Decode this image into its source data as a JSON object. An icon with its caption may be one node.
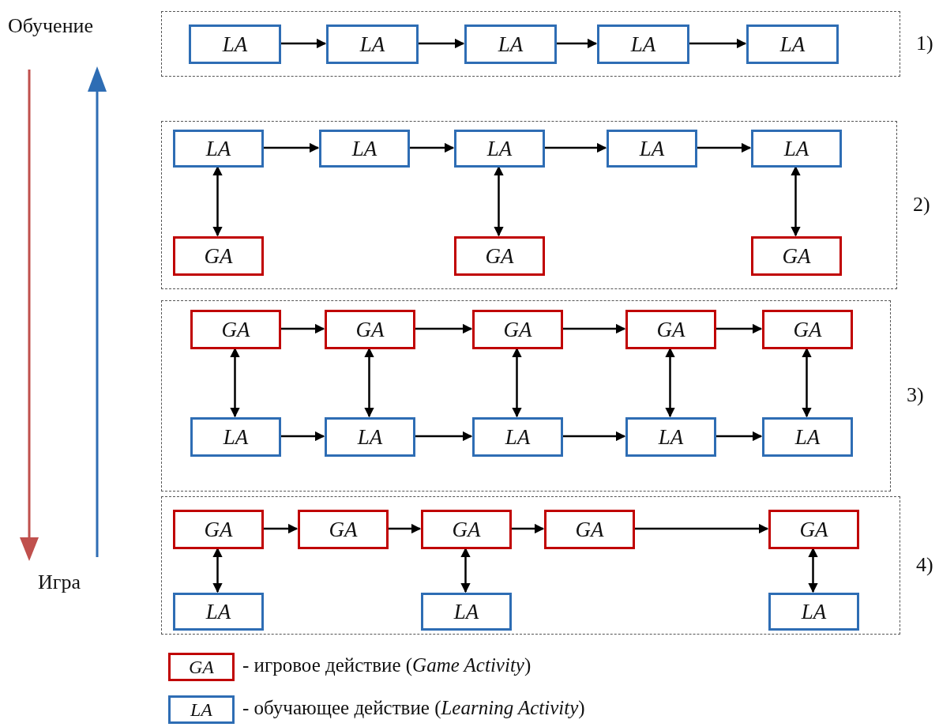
{
  "diagram": {
    "nodes": [
      {
        "text": [],
        "shape": "box",
        "beside": [
          "1)"
        ]
      },
      {
        "text": [
          "LA"
        ],
        "in": 0
      },
      {
        "text": [
          "LA"
        ],
        "in": 0
      },
      {
        "text": [
          "LA"
        ],
        "in": 0
      },
      {
        "text": [
          "LA"
        ],
        "in": 0
      },
      {
        "text": [
          "LA"
        ],
        "in": 0
      },
      {
        "text": [],
        "shape": "box",
        "beside": [
          "2)"
        ]
      },
      {
        "text": [
          "LA"
        ],
        "in": 6
      },
      {
        "text": [
          "LA"
        ],
        "in": 6
      },
      {
        "text": [
          "LA"
        ],
        "in": 6
      },
      {
        "text": [
          "LA"
        ],
        "in": 6
      },
      {
        "text": [
          "LA"
        ],
        "in": 6
      },
      {
        "text": [
          "GA"
        ],
        "in": 6
      },
      {
        "text": [
          "GA"
        ],
        "in": 6
      },
      {
        "text": [
          "GA"
        ],
        "in": 6
      },
      {
        "text": [],
        "shape": "box",
        "beside": [
          "3)"
        ]
      },
      {
        "text": [
          "GA"
        ],
        "in": 15
      },
      {
        "text": [
          "GA"
        ],
        "in": 15
      },
      {
        "text": [
          "GA"
        ],
        "in": 15
      },
      {
        "text": [
          "GA"
        ],
        "in": 15
      },
      {
        "text": [
          "GA"
        ],
        "in": 15
      },
      {
        "text": [
          "LA"
        ],
        "in": 15
      },
      {
        "text": [
          "LA"
        ],
        "in": 15
      },
      {
        "text": [
          "LA"
        ],
        "in": 15
      },
      {
        "text": [
          "LA"
        ],
        "in": 15
      },
      {
        "text": [
          "LA"
        ],
        "in": 15
      },
      {
        "text": [],
        "shape": "box",
        "beside": [
          "4)"
        ]
      },
      {
        "text": [
          "GA"
        ],
        "in": 26
      },
      {
        "text": [
          "GA"
        ],
        "in": 26
      },
      {
        "text": [
          "GA"
        ],
        "in": 26
      },
      {
        "text": [
          "GA"
        ],
        "in": 26
      },
      {
        "text": [
          "GA"
        ],
        "in": 26
      },
      {
        "text": [
          "LA"
        ],
        "in": 26
      },
      {
        "text": [
          "LA"
        ],
        "in": 26
      },
      {
        "text": [
          "LA"
        ],
        "in": 26
      },
      {
        "text": [
          "GA"
        ],
        "beside": [
          "- игровое действие (*Game Activity*)"
        ]
      },
      {
        "text": [
          "LA"
        ],
        "beside": [
          "- обучающее действие (*Learning Activity*)"
        ]
      }
    ],
    "edges": [
      {
        "from": 1,
        "to": 2,
        "arrow": "to"
      },
      {
        "from": 2,
        "to": 3,
        "arrow": "to"
      },
      {
        "from": 3,
        "to": 4,
        "arrow": "to"
      },
      {
        "from": 4,
        "to": 5,
        "arrow": "to"
      },
      {
        "from": 7,
        "to": 8,
        "arrow": "to"
      },
      {
        "from": 8,
        "to": 9,
        "arrow": "to"
      },
      {
        "from": 9,
        "to": 10,
        "arrow": "to"
      },
      {
        "from": 10,
        "to": 11,
        "arrow": "to"
      },
      {
        "from": 7,
        "to": 12,
        "arrow": "both"
      },
      {
        "from": 9,
        "to": 13,
        "arrow": "both"
      },
      {
        "from": 11,
        "to": 14,
        "arrow": "both"
      },
      {
        "from": 16,
        "to": 17,
        "arrow": "to"
      },
      {
        "from": 17,
        "to": 18,
        "arrow": "to"
      },
      {
        "from": 18,
        "to": 19,
        "arrow": "to"
      },
      {
        "from": 19,
        "to": 20,
        "arrow": "to"
      },
      {
        "from": 16,
        "to": 21,
        "arrow": "both"
      },
      {
        "from": 17,
        "to": 22,
        "arrow": "both"
      },
      {
        "from": 18,
        "to": 23,
        "arrow": "both"
      },
      {
        "from": 19,
        "to": 24,
        "arrow": "both"
      },
      {
        "from": 20,
        "to": 25,
        "arrow": "both"
      },
      {
        "from": 21,
        "to": 22,
        "arrow": "to"
      },
      {
        "from": 22,
        "to": 23,
        "arrow": "to"
      },
      {
        "from": 23,
        "to": 24,
        "arrow": "to"
      },
      {
        "from": 24,
        "to": 25,
        "arrow": "to"
      },
      {
        "from": 27,
        "to": 28,
        "arrow": "to"
      },
      {
        "from": 28,
        "to": 29,
        "arrow": "to"
      },
      {
        "from": 29,
        "to": 30,
        "arrow": "to"
      },
      {
        "from": 30,
        "to": 31,
        "arrow": "to"
      },
      {
        "from": 27,
        "to": 32,
        "arrow": "both"
      },
      {
        "from": 29,
        "to": 33,
        "arrow": "both"
      },
      {
        "from": 31,
        "to": 34,
        "arrow": "both"
      }
    ],
    "labels": [
      "Обучение",
      "Игра"
    ]
  }
}
